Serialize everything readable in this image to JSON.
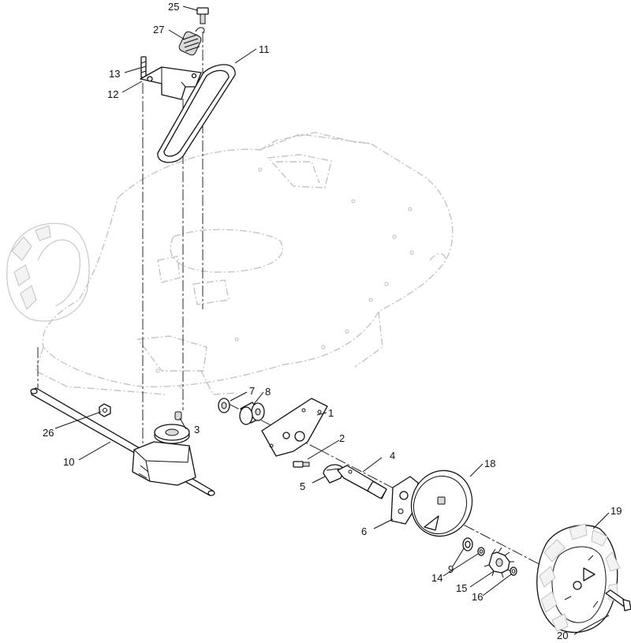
{
  "callouts": {
    "c1": "1",
    "c2": "2",
    "c3": "3",
    "c4": "4",
    "c5": "5",
    "c6": "6",
    "c7": "7",
    "c8": "8",
    "c9": "9",
    "c10": "10",
    "c11": "11",
    "c12": "12",
    "c13": "13",
    "c14": "14",
    "c15": "15",
    "c16": "16",
    "c18": "18",
    "c19": "19",
    "c20": "20",
    "c25": "25",
    "c26": "26",
    "c27": "27"
  },
  "colors": {
    "line": "#111111",
    "ghost_outline": "#c4c4c4",
    "background": "#ffffff"
  }
}
